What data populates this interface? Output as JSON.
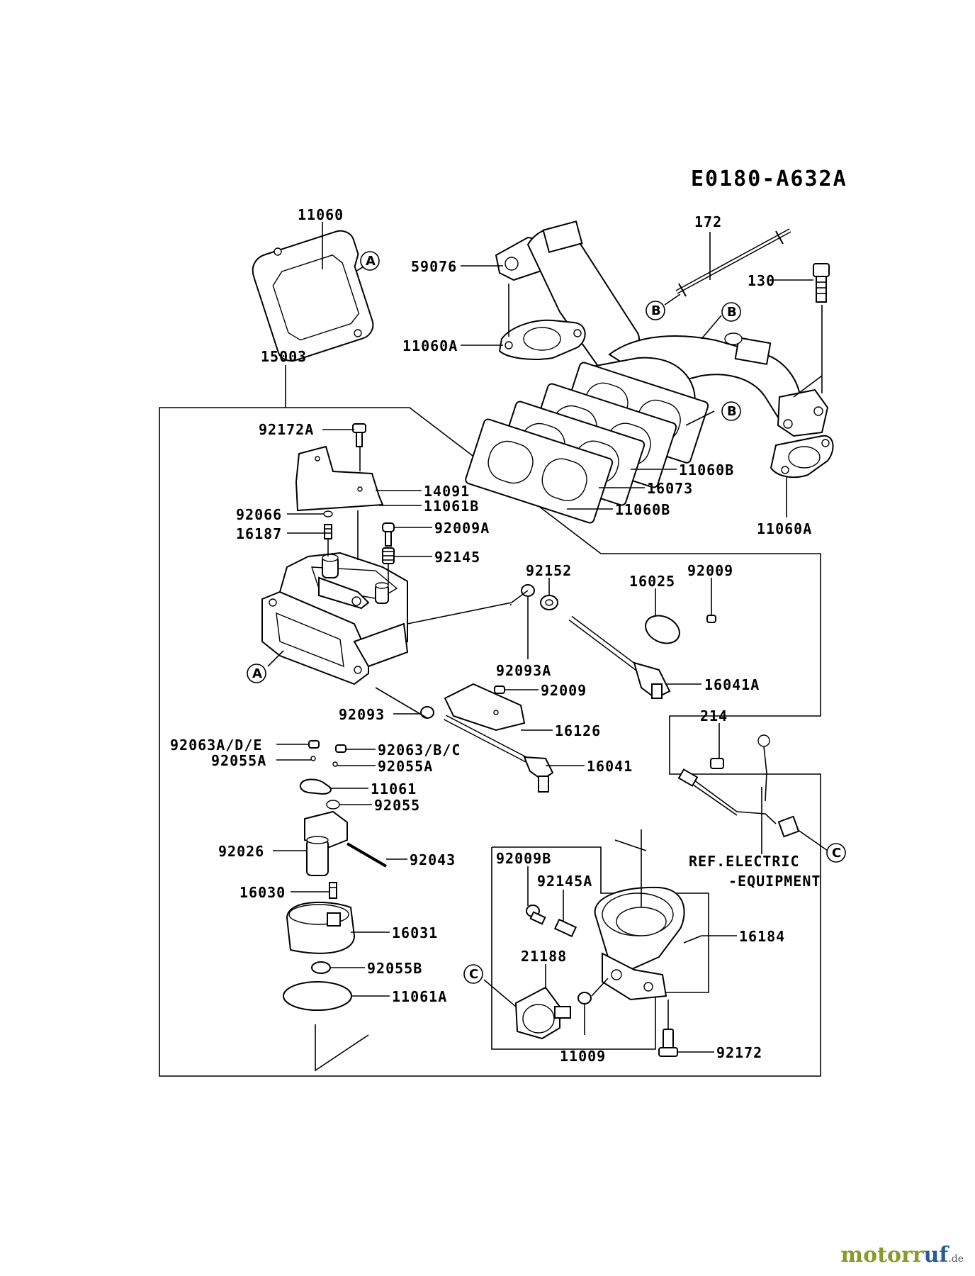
{
  "diagram_code": "E0180-A632A",
  "watermark": {
    "brand_a": "motor",
    "brand_b": "uf",
    "mid": "r",
    "tld": ".de"
  },
  "callouts": {
    "a": "A",
    "b": "B",
    "c": "C"
  },
  "parts": {
    "p11060": "11060",
    "p59076": "59076",
    "p172": "172",
    "p130": "130",
    "p11060A_top": "11060A",
    "p15003": "15003",
    "p92172A": "92172A",
    "p14091": "14091",
    "p11061B": "11061B",
    "p92066": "92066",
    "p16187": "16187",
    "p92009A": "92009A",
    "p92145": "92145",
    "p11060B_1": "11060B",
    "p16073": "16073",
    "p11060B_2": "11060B",
    "p11060A_right": "11060A",
    "p92152": "92152",
    "p16025": "16025",
    "p92009_top": "92009",
    "p92093A": "92093A",
    "p16041A": "16041A",
    "p92009_mid": "92009",
    "p92093": "92093",
    "p16126": "16126",
    "p92063ADE": "92063A/D/E",
    "p92063BC": "92063/B/C",
    "p92055A_left": "92055A",
    "p92055A_right": "92055A",
    "p16041": "16041",
    "p11061": "11061",
    "p92055": "92055",
    "p214": "214",
    "p92026": "92026",
    "p92043": "92043",
    "p92009B": "92009B",
    "p92145A": "92145A",
    "p16030": "16030",
    "p16031": "16031",
    "p16184": "16184",
    "p21188": "21188",
    "p92055B": "92055B",
    "p11061A": "11061A",
    "p11009": "11009",
    "p92172": "92172"
  },
  "ref_note": {
    "line1": "REF.ELECTRIC",
    "line2": "-EQUIPMENT"
  }
}
